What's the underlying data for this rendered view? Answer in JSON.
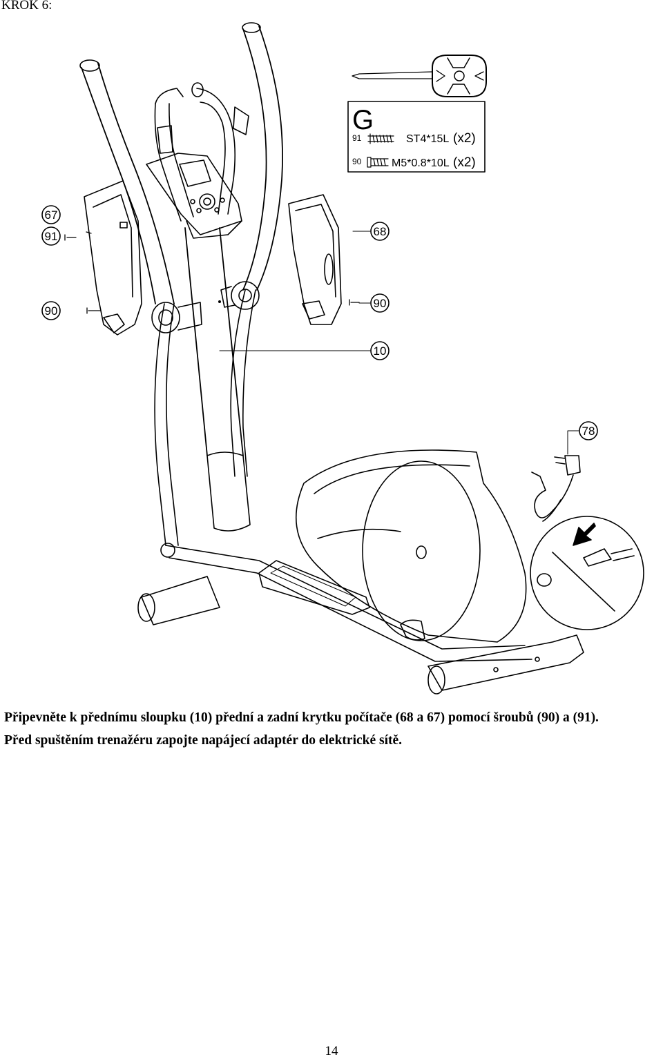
{
  "header": {
    "step_label": "KROK 6:"
  },
  "tool_kit": {
    "kit_letter": "G",
    "parts": [
      {
        "number": "91",
        "spec": "ST4*15L",
        "qty": "(x2)"
      },
      {
        "number": "90",
        "spec": "M5*0.8*10L",
        "qty": "(x2)"
      }
    ]
  },
  "callouts": {
    "left_cover": "67",
    "left_screw_upper": "91",
    "left_screw_lower": "90",
    "right_cover": "68",
    "right_screw": "90",
    "column": "10",
    "adapter": "78"
  },
  "instructions": {
    "line1": "Připevněte k přednímu sloupku (10) přední a zadní krytku počítače (68 a 67) pomocí šroubů (90) a (91).",
    "line2": "Před spuštěním trenažéru zapojte napájecí adaptér do elektrické sítě."
  },
  "footer": {
    "page_number": "14"
  }
}
